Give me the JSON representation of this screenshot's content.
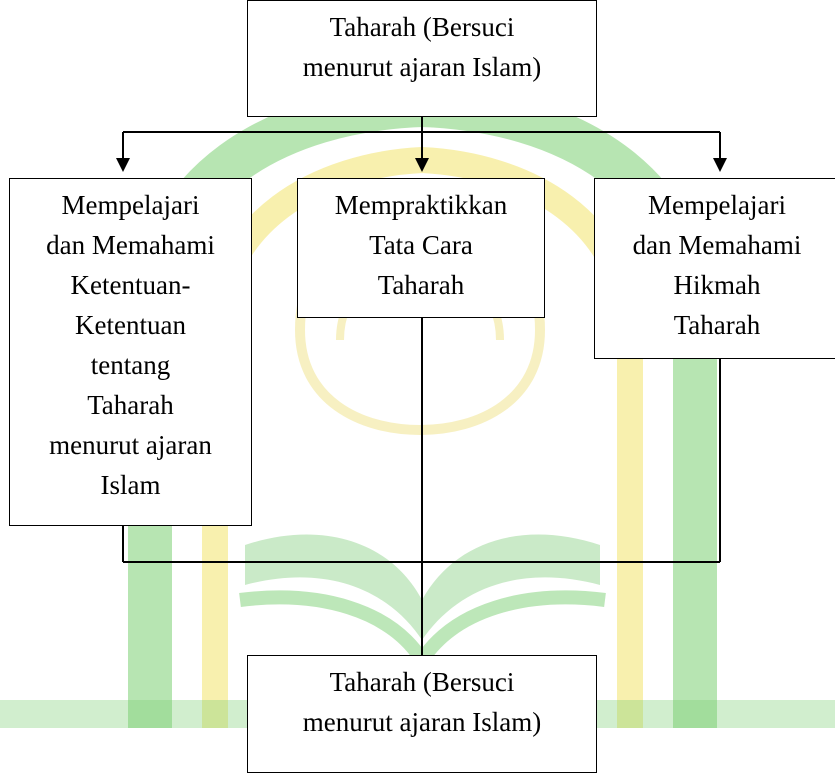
{
  "colors": {
    "watermark_green": "#7bcf73",
    "watermark_yellow": "#f6ec9a",
    "line": "#000000"
  },
  "nodes": {
    "top": {
      "lines": [
        "Taharah (Bersuci",
        "menurut ajaran Islam)"
      ]
    },
    "left": {
      "lines": [
        "Mempelajari",
        "dan Memahami",
        "Ketentuan-",
        "Ketentuan",
        "tentang",
        "Taharah",
        "menurut ajaran",
        "Islam"
      ]
    },
    "middle": {
      "lines": [
        "Mempraktikkan",
        "Tata Cara",
        "Taharah"
      ]
    },
    "right": {
      "lines": [
        "Mempelajari",
        "dan Memahami",
        "Hikmah",
        "Taharah"
      ]
    },
    "bottom": {
      "lines": [
        "Taharah (Bersuci",
        "menurut ajaran Islam)"
      ]
    }
  }
}
